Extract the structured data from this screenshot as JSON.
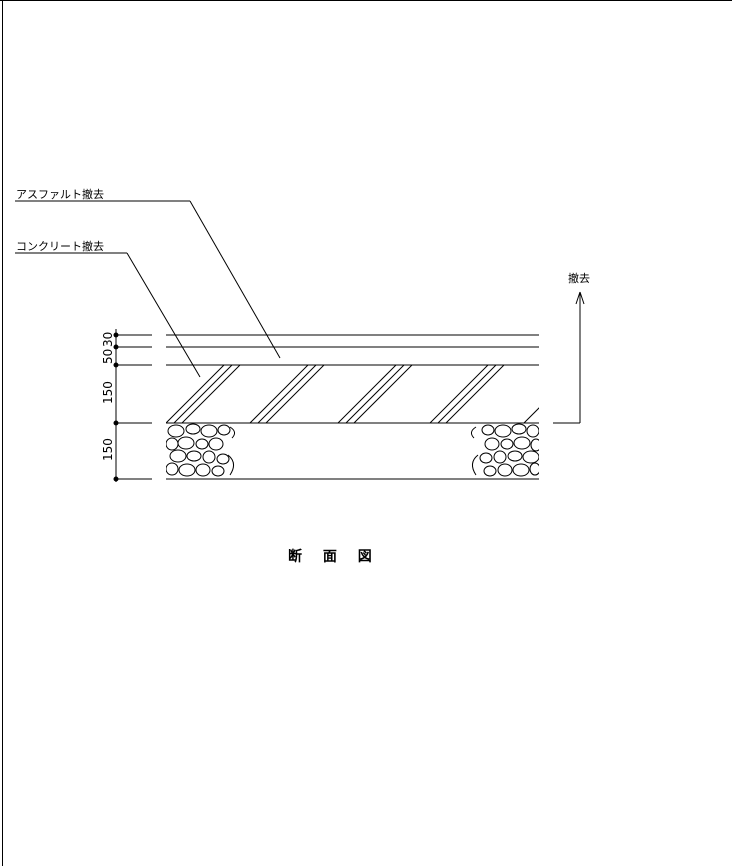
{
  "drawing": {
    "labels": {
      "asphalt_removal": "アスファルト撤去",
      "concrete_removal": "コンクリート撤去",
      "removal": "撤去"
    },
    "dimensions": {
      "d1": "30",
      "d2": "50",
      "d3": "150",
      "d4": "150"
    },
    "title": "断 面 図"
  },
  "colors": {
    "line": "#000000",
    "background": "#ffffff"
  }
}
